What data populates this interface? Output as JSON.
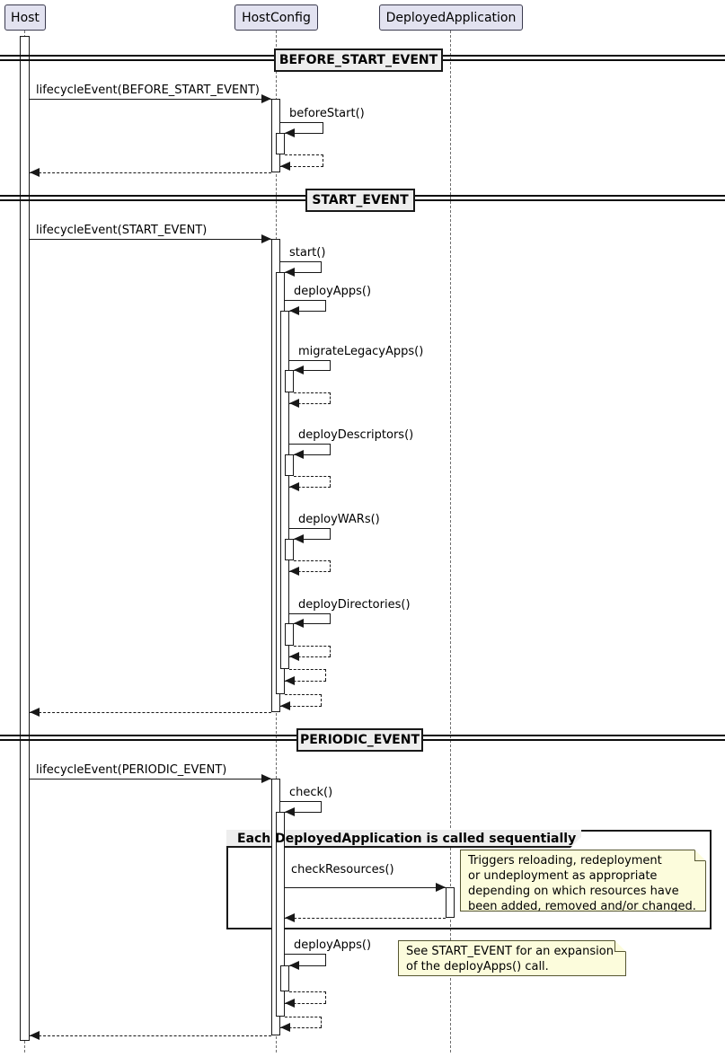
{
  "diagram_type": "uml-sequence-diagram",
  "participants": [
    {
      "name": "Host"
    },
    {
      "name": "HostConfig"
    },
    {
      "name": "DeployedApplication"
    }
  ],
  "dividers": [
    {
      "label": "BEFORE_START_EVENT"
    },
    {
      "label": "START_EVENT"
    },
    {
      "label": "PERIODIC_EVENT"
    }
  ],
  "messages": {
    "lifecycle_before_start": "lifecycleEvent(BEFORE_START_EVENT)",
    "before_start": "beforeStart()",
    "lifecycle_start": "lifecycleEvent(START_EVENT)",
    "start": "start()",
    "deploy_apps": "deployApps()",
    "migrate_legacy_apps": "migrateLegacyApps()",
    "deploy_descriptors": "deployDescriptors()",
    "deploy_wars": "deployWARs()",
    "deploy_directories": "deployDirectories()",
    "lifecycle_periodic": "lifecycleEvent(PERIODIC_EVENT)",
    "check": "check()",
    "check_resources": "checkResources()",
    "deploy_apps_periodic": "deployApps()"
  },
  "frame": {
    "label": "Each DeployedApplication is called sequentially"
  },
  "notes": [
    {
      "text": "Triggers reloading, redeployment\nor undeployment as appropriate\ndepending on which resources have\nbeen added, removed and/or changed."
    },
    {
      "text": "See START_EVENT for an expansion\nof the deployApps() call."
    }
  ],
  "colors": {
    "participant_fill": "#E2E2F0",
    "border": "#181818",
    "divider_fill": "#EEEEEE",
    "frame_header_fill": "#EEEEEE",
    "note_fill": "#FCFCDC",
    "background": "#FFFFFF"
  }
}
